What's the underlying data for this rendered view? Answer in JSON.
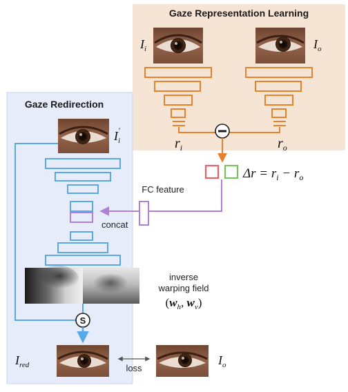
{
  "colors": {
    "orange": "#e8822a",
    "blue": "#58a8e8",
    "purple": "#b27fd6",
    "red": "#e8606a",
    "green": "#78c060",
    "panel_orange": "#f6e4d5",
    "panel_blue": "#e6ecfa",
    "eye_skin": "#8a5a40",
    "ink": "#1a1a1a"
  },
  "icons": {
    "minus": "minus-operator-icon",
    "sampler": "sampler-s-icon",
    "eye": "eye-photo-icon"
  },
  "top_panel": {
    "title": "Gaze Representation Learning",
    "input_label": "I",
    "input_sub": "i",
    "target_label": "I",
    "target_sub": "o",
    "rep_left": "r",
    "rep_left_sub": "i",
    "rep_right": "r",
    "rep_right_sub": "o",
    "operator": "−"
  },
  "delta": {
    "lhs": "Δr = r",
    "i": "i",
    "minus": " − r",
    "o": "o"
  },
  "left_panel": {
    "title": "Gaze Redirection",
    "input_label": "I",
    "input_sub": "i",
    "input_prime": "′",
    "fc_feature": "FC feature",
    "concat": "concat",
    "warp_line1": "inverse",
    "warp_line2": "warping field",
    "warp_open": "(",
    "warp_wh": "w",
    "warp_h": "h",
    "warp_comma": ", ",
    "warp_wv": "w",
    "warp_v": "v",
    "warp_close": ")",
    "sampler": "S",
    "output_label": "I",
    "output_sub": "red",
    "loss": "loss",
    "target_label": "I",
    "target_sub": "o"
  }
}
